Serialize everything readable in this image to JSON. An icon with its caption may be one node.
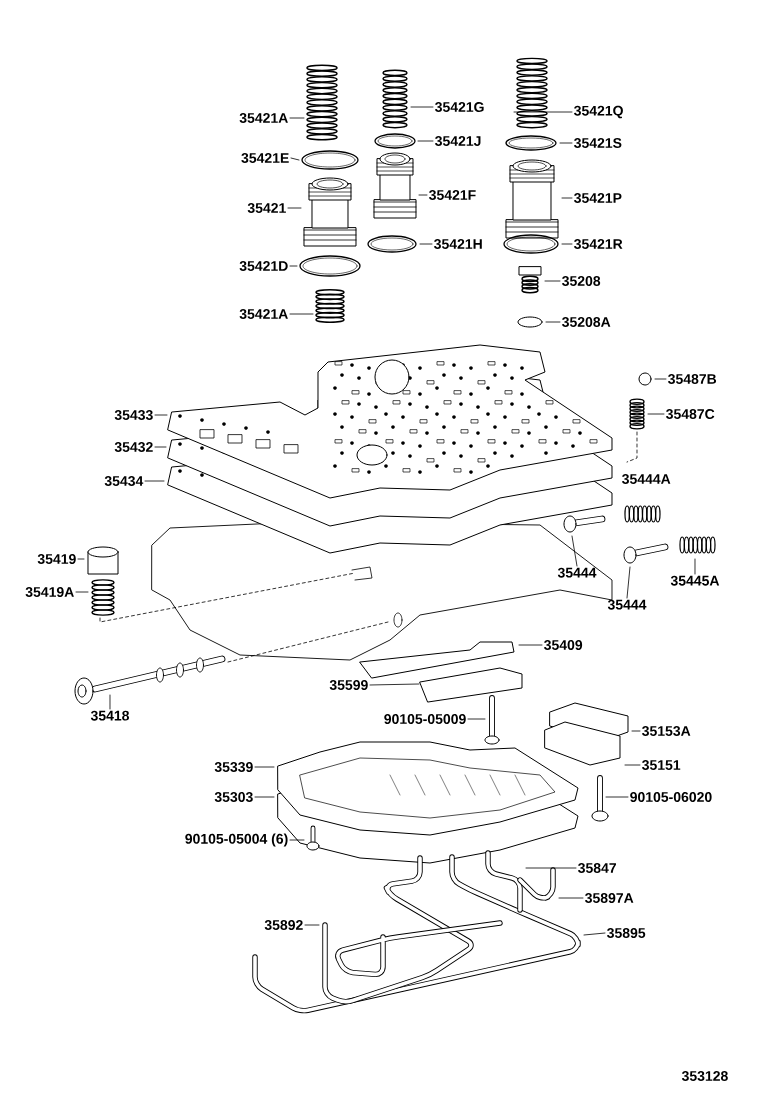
{
  "diagram": {
    "nodes": [
      {
        "text": [
          "35421A"
        ]
      },
      {
        "text": [
          "35421G"
        ]
      },
      {
        "text": [
          "35421Q"
        ]
      },
      {
        "text": [
          "35421J"
        ]
      },
      {
        "text": [
          "35421S"
        ]
      },
      {
        "text": [
          "35421E"
        ]
      },
      {
        "text": [
          "35421F"
        ]
      },
      {
        "text": [
          "35421P"
        ]
      },
      {
        "text": [
          "35421"
        ]
      },
      {
        "text": [
          "35421H"
        ]
      },
      {
        "text": [
          "35421R"
        ]
      },
      {
        "text": [
          "35421D"
        ]
      },
      {
        "text": [
          "35208"
        ]
      },
      {
        "text": [
          "35421A"
        ]
      },
      {
        "text": [
          "35208A"
        ]
      },
      {
        "text": [
          "35487B"
        ]
      },
      {
        "text": [
          "35433"
        ]
      },
      {
        "text": [
          "35487C"
        ]
      },
      {
        "text": [
          "35432"
        ]
      },
      {
        "text": [
          "35434"
        ]
      },
      {
        "text": [
          "35419"
        ]
      },
      {
        "text": [
          "35444"
        ]
      },
      {
        "text": [
          "35419A"
        ]
      },
      {
        "text": [
          "35445A"
        ]
      },
      {
        "text": [
          "35444"
        ]
      },
      {
        "text": [
          "35409"
        ]
      },
      {
        "text": [
          "35599"
        ]
      },
      {
        "text": [
          "35418"
        ]
      },
      {
        "text": [
          "90105-05009"
        ]
      },
      {
        "text": [
          "35153A"
        ]
      },
      {
        "text": [
          "35339"
        ]
      },
      {
        "text": [
          "35151"
        ]
      },
      {
        "text": [
          "35303"
        ]
      },
      {
        "text": [
          "90105-06020"
        ]
      },
      {
        "text": [
          "90105-05004 (6)"
        ]
      },
      {
        "text": [
          "35847"
        ]
      },
      {
        "text": [
          "35897A"
        ]
      },
      {
        "text": [
          "35892"
        ]
      },
      {
        "text": [
          "35895"
        ]
      }
    ],
    "edges": [
      {
        "from": 0,
        "to": null,
        "arrow": "none"
      },
      {
        "from": 1,
        "to": null,
        "arrow": "none"
      },
      {
        "from": 2,
        "to": null,
        "arrow": "none"
      },
      {
        "from": 3,
        "to": null,
        "arrow": "none"
      },
      {
        "from": 4,
        "to": null,
        "arrow": "none"
      },
      {
        "from": 5,
        "to": null,
        "arrow": "none"
      },
      {
        "from": 6,
        "to": null,
        "arrow": "none"
      },
      {
        "from": 7,
        "to": null,
        "arrow": "none"
      },
      {
        "from": 8,
        "to": null,
        "arrow": "none"
      },
      {
        "from": 9,
        "to": null,
        "arrow": "none"
      },
      {
        "from": 10,
        "to": null,
        "arrow": "none"
      },
      {
        "from": 11,
        "to": null,
        "arrow": "none"
      },
      {
        "from": 12,
        "to": null,
        "arrow": "none"
      },
      {
        "from": 13,
        "to": null,
        "arrow": "none"
      },
      {
        "from": 14,
        "to": null,
        "arrow": "none"
      },
      {
        "from": 15,
        "to": null,
        "arrow": "none"
      },
      {
        "from": 16,
        "to": null,
        "arrow": "none"
      },
      {
        "from": 17,
        "to": null,
        "arrow": "none"
      },
      {
        "from": 18,
        "to": null,
        "arrow": "none"
      },
      {
        "from": 19,
        "to": null,
        "arrow": "none"
      },
      {
        "from": 20,
        "to": null,
        "arrow": "none"
      },
      {
        "from": 21,
        "to": null,
        "arrow": "none"
      },
      {
        "from": 22,
        "to": null,
        "arrow": "none"
      },
      {
        "from": 23,
        "to": null,
        "arrow": "none"
      },
      {
        "from": 24,
        "to": null,
        "arrow": "none"
      },
      {
        "from": 25,
        "to": null,
        "arrow": "none"
      },
      {
        "from": 26,
        "to": null,
        "arrow": "none"
      },
      {
        "from": 27,
        "to": null,
        "arrow": "none"
      },
      {
        "from": 28,
        "to": null,
        "arrow": "none"
      },
      {
        "from": 29,
        "to": null,
        "arrow": "none"
      },
      {
        "from": 30,
        "to": null,
        "arrow": "none"
      },
      {
        "from": 31,
        "to": null,
        "arrow": "none"
      },
      {
        "from": 32,
        "to": null,
        "arrow": "none"
      },
      {
        "from": 33,
        "to": null,
        "arrow": "none"
      },
      {
        "from": 34,
        "to": null,
        "arrow": "none"
      },
      {
        "from": 35,
        "to": null,
        "arrow": "none"
      },
      {
        "from": 36,
        "to": null,
        "arrow": "none"
      },
      {
        "from": 37,
        "to": null,
        "arrow": "none"
      },
      {
        "from": 38,
        "to": null,
        "arrow": "none"
      }
    ],
    "labels": [
      "35444A",
      "353128"
    ]
  }
}
